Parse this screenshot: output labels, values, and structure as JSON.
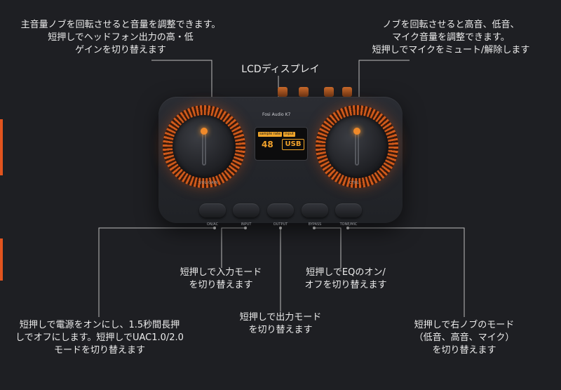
{
  "colors": {
    "background": "#1e1f23",
    "accent": "#e2541e",
    "knob_ring": "#d05a1b",
    "lcd_text": "#f2a22c"
  },
  "callouts": {
    "volume": {
      "line1": "主音量ノブを回転させると音量を調整できます。",
      "line2": "短押しでヘッドフォン出力の高・低",
      "line3": "ゲインを切り替えます"
    },
    "ctrl": {
      "line1": "ノブを回転させると高音、低音、",
      "line2": "マイク音量を調整できます。",
      "line3": "短押しでマイクをミュート/解除します"
    },
    "lcd": {
      "line1": "LCDディスプレイ"
    },
    "input": {
      "line1": "短押しで入力モード",
      "line2": "を切り替えます"
    },
    "bypass": {
      "line1": "短押しでEQのオン/",
      "line2": "オフを切り替えます"
    },
    "output": {
      "line1": "短押しで出力モード",
      "line2": "を切り替えます"
    },
    "power": {
      "line1": "短押しで電源をオンにし、1.5秒間長押",
      "line2": "しでオフにします。短押しでUAC1.0/2.0",
      "line3": "モードを切り替えます"
    },
    "tone": {
      "line1": "短押しで右ノブのモード",
      "line2": "（低音、高音、マイク）",
      "line3": "を切り替えます"
    }
  },
  "device": {
    "brand": "Fosi Audio K7",
    "left_knob_label": "VOL/GAIN",
    "right_knob_label": "CTRL",
    "lcd": {
      "tab_left": "sample rate",
      "tab_right": "input",
      "sample_rate_value": "48",
      "input_value": "USB"
    },
    "buttons": [
      "ON/AC",
      "INPUT",
      "OUTPUT",
      "BYPASS",
      "TONE/MIC"
    ]
  }
}
